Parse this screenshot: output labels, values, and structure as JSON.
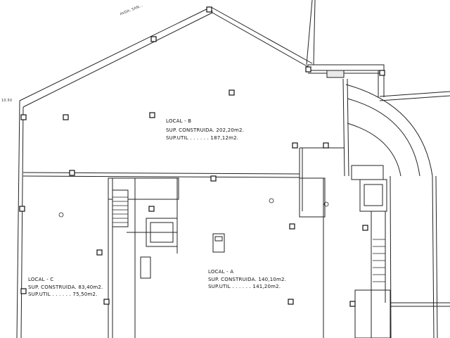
{
  "colors": {
    "line": "#222222",
    "wall": "#111111",
    "fill": "#e9e9e9",
    "background": "#ffffff"
  },
  "rooms": {
    "local_b": {
      "title": "LOCAL - B",
      "construida": "SUP. CONSTRUIDA. 202,20m2.",
      "util": "SUP.UTIL . . . . . . 187,12m2."
    },
    "local_c": {
      "title": "LOCAL - C",
      "construida": "SUP. CONSTRUIDA. 83,40m2.",
      "util": "SUP.UTIL . . . . . . 75,50m2."
    },
    "local_a": {
      "title": "LOCAL - A",
      "construida": "SUP. CONSTRUIDA. 140,10m2.",
      "util": "SUP.UTIL . . . . . . 141,20m2."
    }
  },
  "annotations": {
    "elevation": "10.50",
    "street_top": "AVDA. SAN..."
  }
}
